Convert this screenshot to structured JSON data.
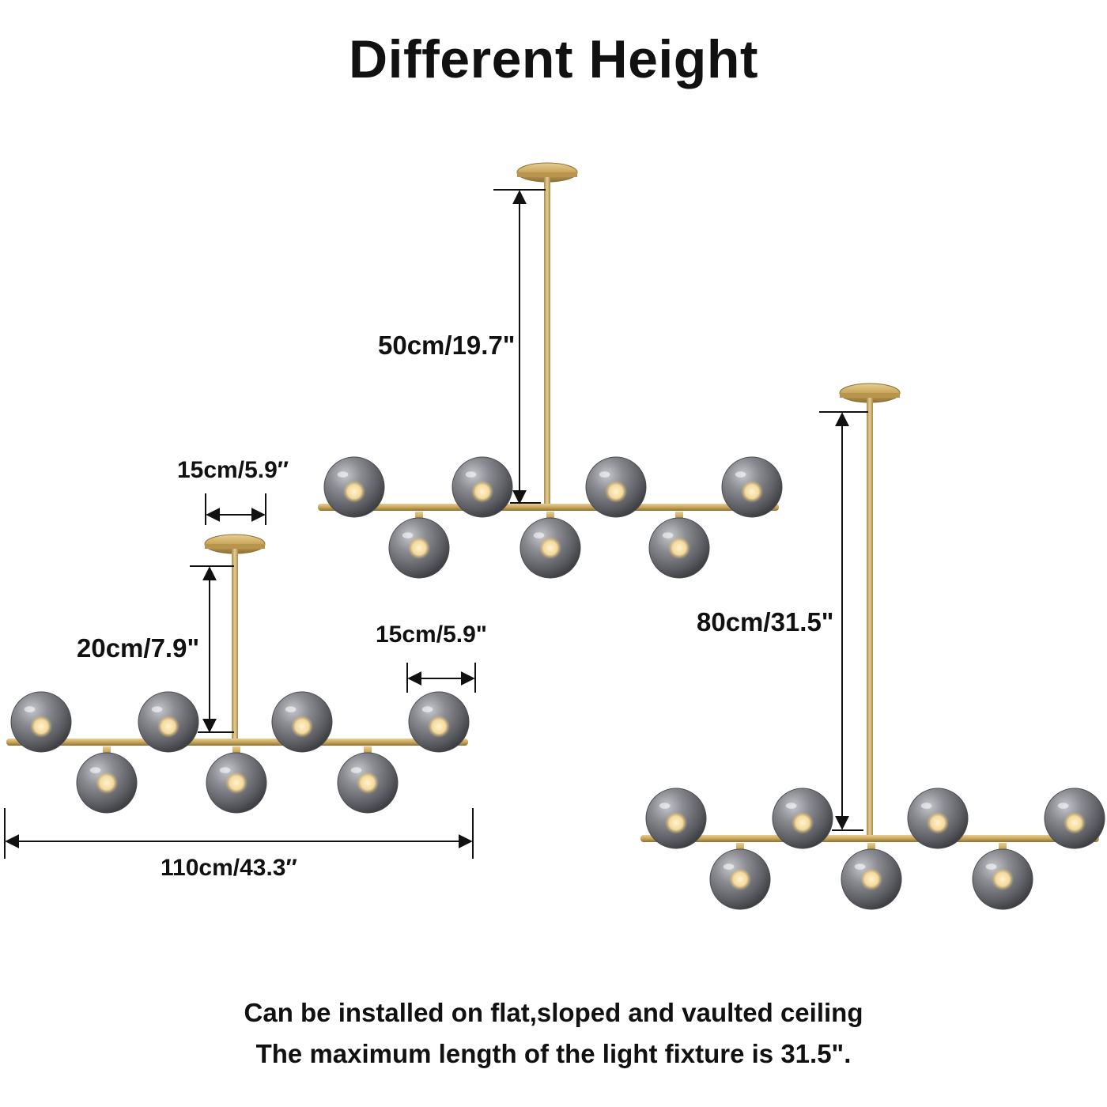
{
  "title": "Different Height",
  "dimensions": {
    "height_50": "50cm/19.7\"",
    "canopy_width": "15cm/5.9″",
    "height_20": "20cm/7.9\"",
    "globe_diameter": "15cm/5.9\"",
    "height_80": "80cm/31.5\"",
    "total_length": "110cm/43.3″"
  },
  "captions": {
    "line1": "Can be installed on flat,sloped and vaulted ceiling",
    "line2": "The maximum length of the light fixture is 31.5\"."
  },
  "colors": {
    "brass": "#c9a55a",
    "smoke_glass": "#6d6f74",
    "bulb_glow": "#f4d99a",
    "text": "#111111"
  }
}
